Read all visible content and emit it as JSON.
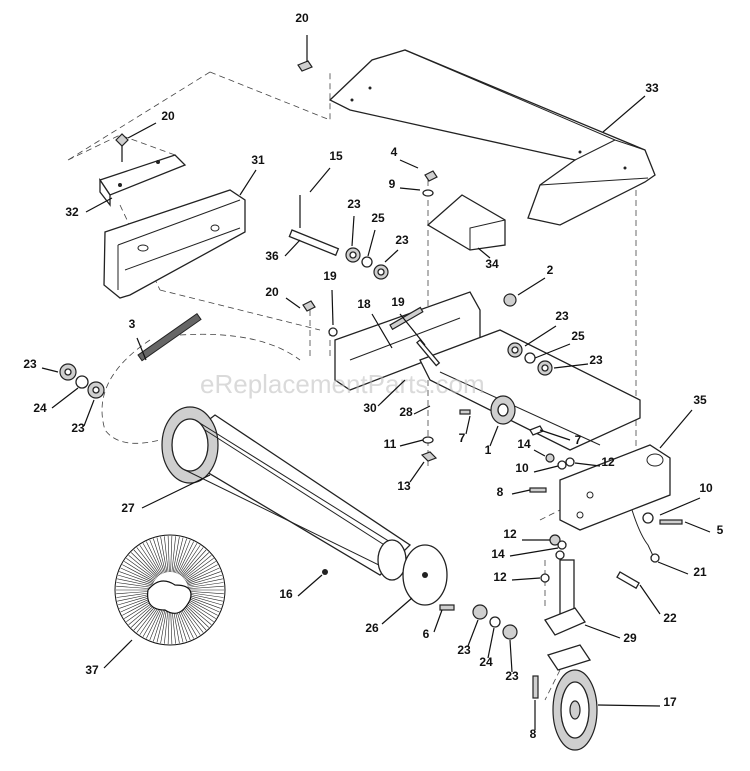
{
  "watermark": "eReplacementParts.com",
  "callouts": [
    {
      "id": "c20a",
      "label": "20"
    },
    {
      "id": "c33",
      "label": "33"
    },
    {
      "id": "c20b",
      "label": "20"
    },
    {
      "id": "c15",
      "label": "15"
    },
    {
      "id": "c4",
      "label": "4"
    },
    {
      "id": "c31",
      "label": "31"
    },
    {
      "id": "c9",
      "label": "9"
    },
    {
      "id": "c32",
      "label": "32"
    },
    {
      "id": "c23a",
      "label": "23"
    },
    {
      "id": "c25a",
      "label": "25"
    },
    {
      "id": "c23b",
      "label": "23"
    },
    {
      "id": "c36",
      "label": "36"
    },
    {
      "id": "c34",
      "label": "34"
    },
    {
      "id": "c2",
      "label": "2"
    },
    {
      "id": "c19a",
      "label": "19"
    },
    {
      "id": "c20c",
      "label": "20"
    },
    {
      "id": "c18",
      "label": "18"
    },
    {
      "id": "c19b",
      "label": "19"
    },
    {
      "id": "c3",
      "label": "3"
    },
    {
      "id": "c23c",
      "label": "23"
    },
    {
      "id": "c25b",
      "label": "25"
    },
    {
      "id": "c23d",
      "label": "23"
    },
    {
      "id": "c23e",
      "label": "23"
    },
    {
      "id": "c24a",
      "label": "24"
    },
    {
      "id": "c23f",
      "label": "23"
    },
    {
      "id": "c30",
      "label": "30"
    },
    {
      "id": "c28",
      "label": "28"
    },
    {
      "id": "c35",
      "label": "35"
    },
    {
      "id": "c7a",
      "label": "7"
    },
    {
      "id": "c7b",
      "label": "7"
    },
    {
      "id": "c1",
      "label": "1"
    },
    {
      "id": "c11",
      "label": "11"
    },
    {
      "id": "c14a",
      "label": "14"
    },
    {
      "id": "c12a",
      "label": "12"
    },
    {
      "id": "c10a",
      "label": "10"
    },
    {
      "id": "c13",
      "label": "13"
    },
    {
      "id": "c8a",
      "label": "8"
    },
    {
      "id": "c27",
      "label": "27"
    },
    {
      "id": "c10b",
      "label": "10"
    },
    {
      "id": "c5",
      "label": "5"
    },
    {
      "id": "c12b",
      "label": "12"
    },
    {
      "id": "c14b",
      "label": "14"
    },
    {
      "id": "c21",
      "label": "21"
    },
    {
      "id": "c16",
      "label": "16"
    },
    {
      "id": "c12c",
      "label": "12"
    },
    {
      "id": "c22",
      "label": "22"
    },
    {
      "id": "c26",
      "label": "26"
    },
    {
      "id": "c6",
      "label": "6"
    },
    {
      "id": "c29",
      "label": "29"
    },
    {
      "id": "c37",
      "label": "37"
    },
    {
      "id": "c23g",
      "label": "23"
    },
    {
      "id": "c24b",
      "label": "24"
    },
    {
      "id": "c23h",
      "label": "23"
    },
    {
      "id": "c17",
      "label": "17"
    },
    {
      "id": "c8b",
      "label": "8"
    }
  ]
}
